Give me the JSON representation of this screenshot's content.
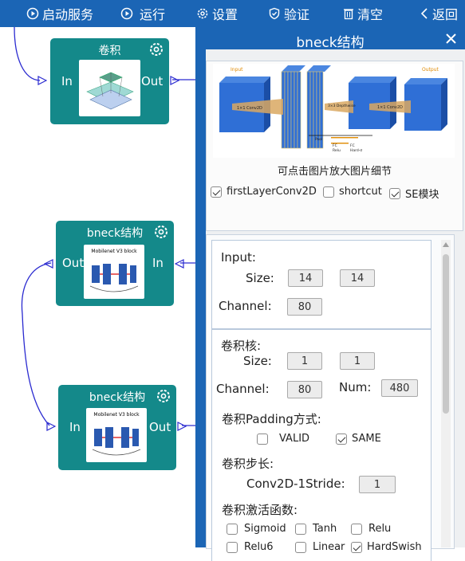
{
  "toolbar": {
    "start_service": "启动服务",
    "run": "运行",
    "settings": "设置",
    "verify": "验证",
    "clear": "清空",
    "back": "返回"
  },
  "nodes": [
    {
      "title": "卷积",
      "in_label": "In",
      "out_label": "Out"
    },
    {
      "title": "bneck结构",
      "in_label": "In",
      "out_label": "Out",
      "thumb_caption": "Mobilenet V3 block"
    },
    {
      "title": "bneck结构",
      "in_label": "In",
      "out_label": "Out",
      "thumb_caption": "Mobilenet V3 block"
    }
  ],
  "panel": {
    "title": "bneck结构",
    "diagram": {
      "input_label": "Input",
      "output_label": "Output",
      "labels": [
        "1×1 Conv2D",
        "3×3 Depthwise",
        "Pool",
        "FC",
        "Relu",
        "FC",
        "Hard-σ",
        "1×1 Conv2D"
      ]
    },
    "caption": "可点击图片放大图片细节",
    "options": [
      {
        "label": "firstLayerConv2D",
        "checked": true
      },
      {
        "label": "shortcut",
        "checked": false
      },
      {
        "label": "SE模块",
        "checked": true
      }
    ],
    "input_section": {
      "title": "Input:",
      "size_label": "Size:",
      "size_w": "14",
      "size_h": "14",
      "channel_label": "Channel:",
      "channel": "80"
    },
    "kernel_section": {
      "title": "卷积核:",
      "size_label": "Size:",
      "size_w": "1",
      "size_h": "1",
      "channel_label": "Channel:",
      "channel": "80",
      "num_label": "Num:",
      "num": "480",
      "padding_title": "卷积Padding方式:",
      "padding_options": [
        {
          "label": "VALID",
          "checked": false
        },
        {
          "label": "SAME",
          "checked": true
        }
      ],
      "stride_title": "卷积步长:",
      "stride_label": "Conv2D-1Stride:",
      "stride": "1",
      "activation_title": "卷积激活函数:",
      "activations": [
        {
          "label": "Sigmoid",
          "checked": false
        },
        {
          "label": "Tanh",
          "checked": false
        },
        {
          "label": "Relu",
          "checked": false
        },
        {
          "label": "Relu6",
          "checked": false
        },
        {
          "label": "Linear",
          "checked": false
        },
        {
          "label": "HardSwish",
          "checked": true
        }
      ]
    }
  },
  "colors": {
    "toolbar": "#1b65b5",
    "node": "#14898a",
    "connector": "#2a2ad0"
  }
}
